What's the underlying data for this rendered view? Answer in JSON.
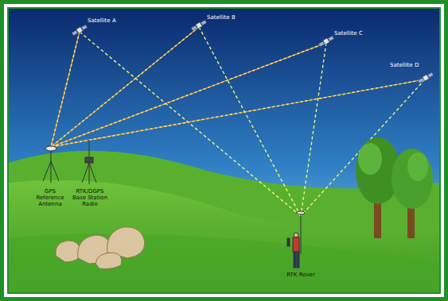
{
  "diagram": {
    "labels": [
      "Satellite A",
      "Satellite B",
      "Satellite C",
      "Satellite D",
      "GPS Reference Antenna",
      "RTK/DGPS Base Station Radio",
      "RTK Rover"
    ]
  }
}
